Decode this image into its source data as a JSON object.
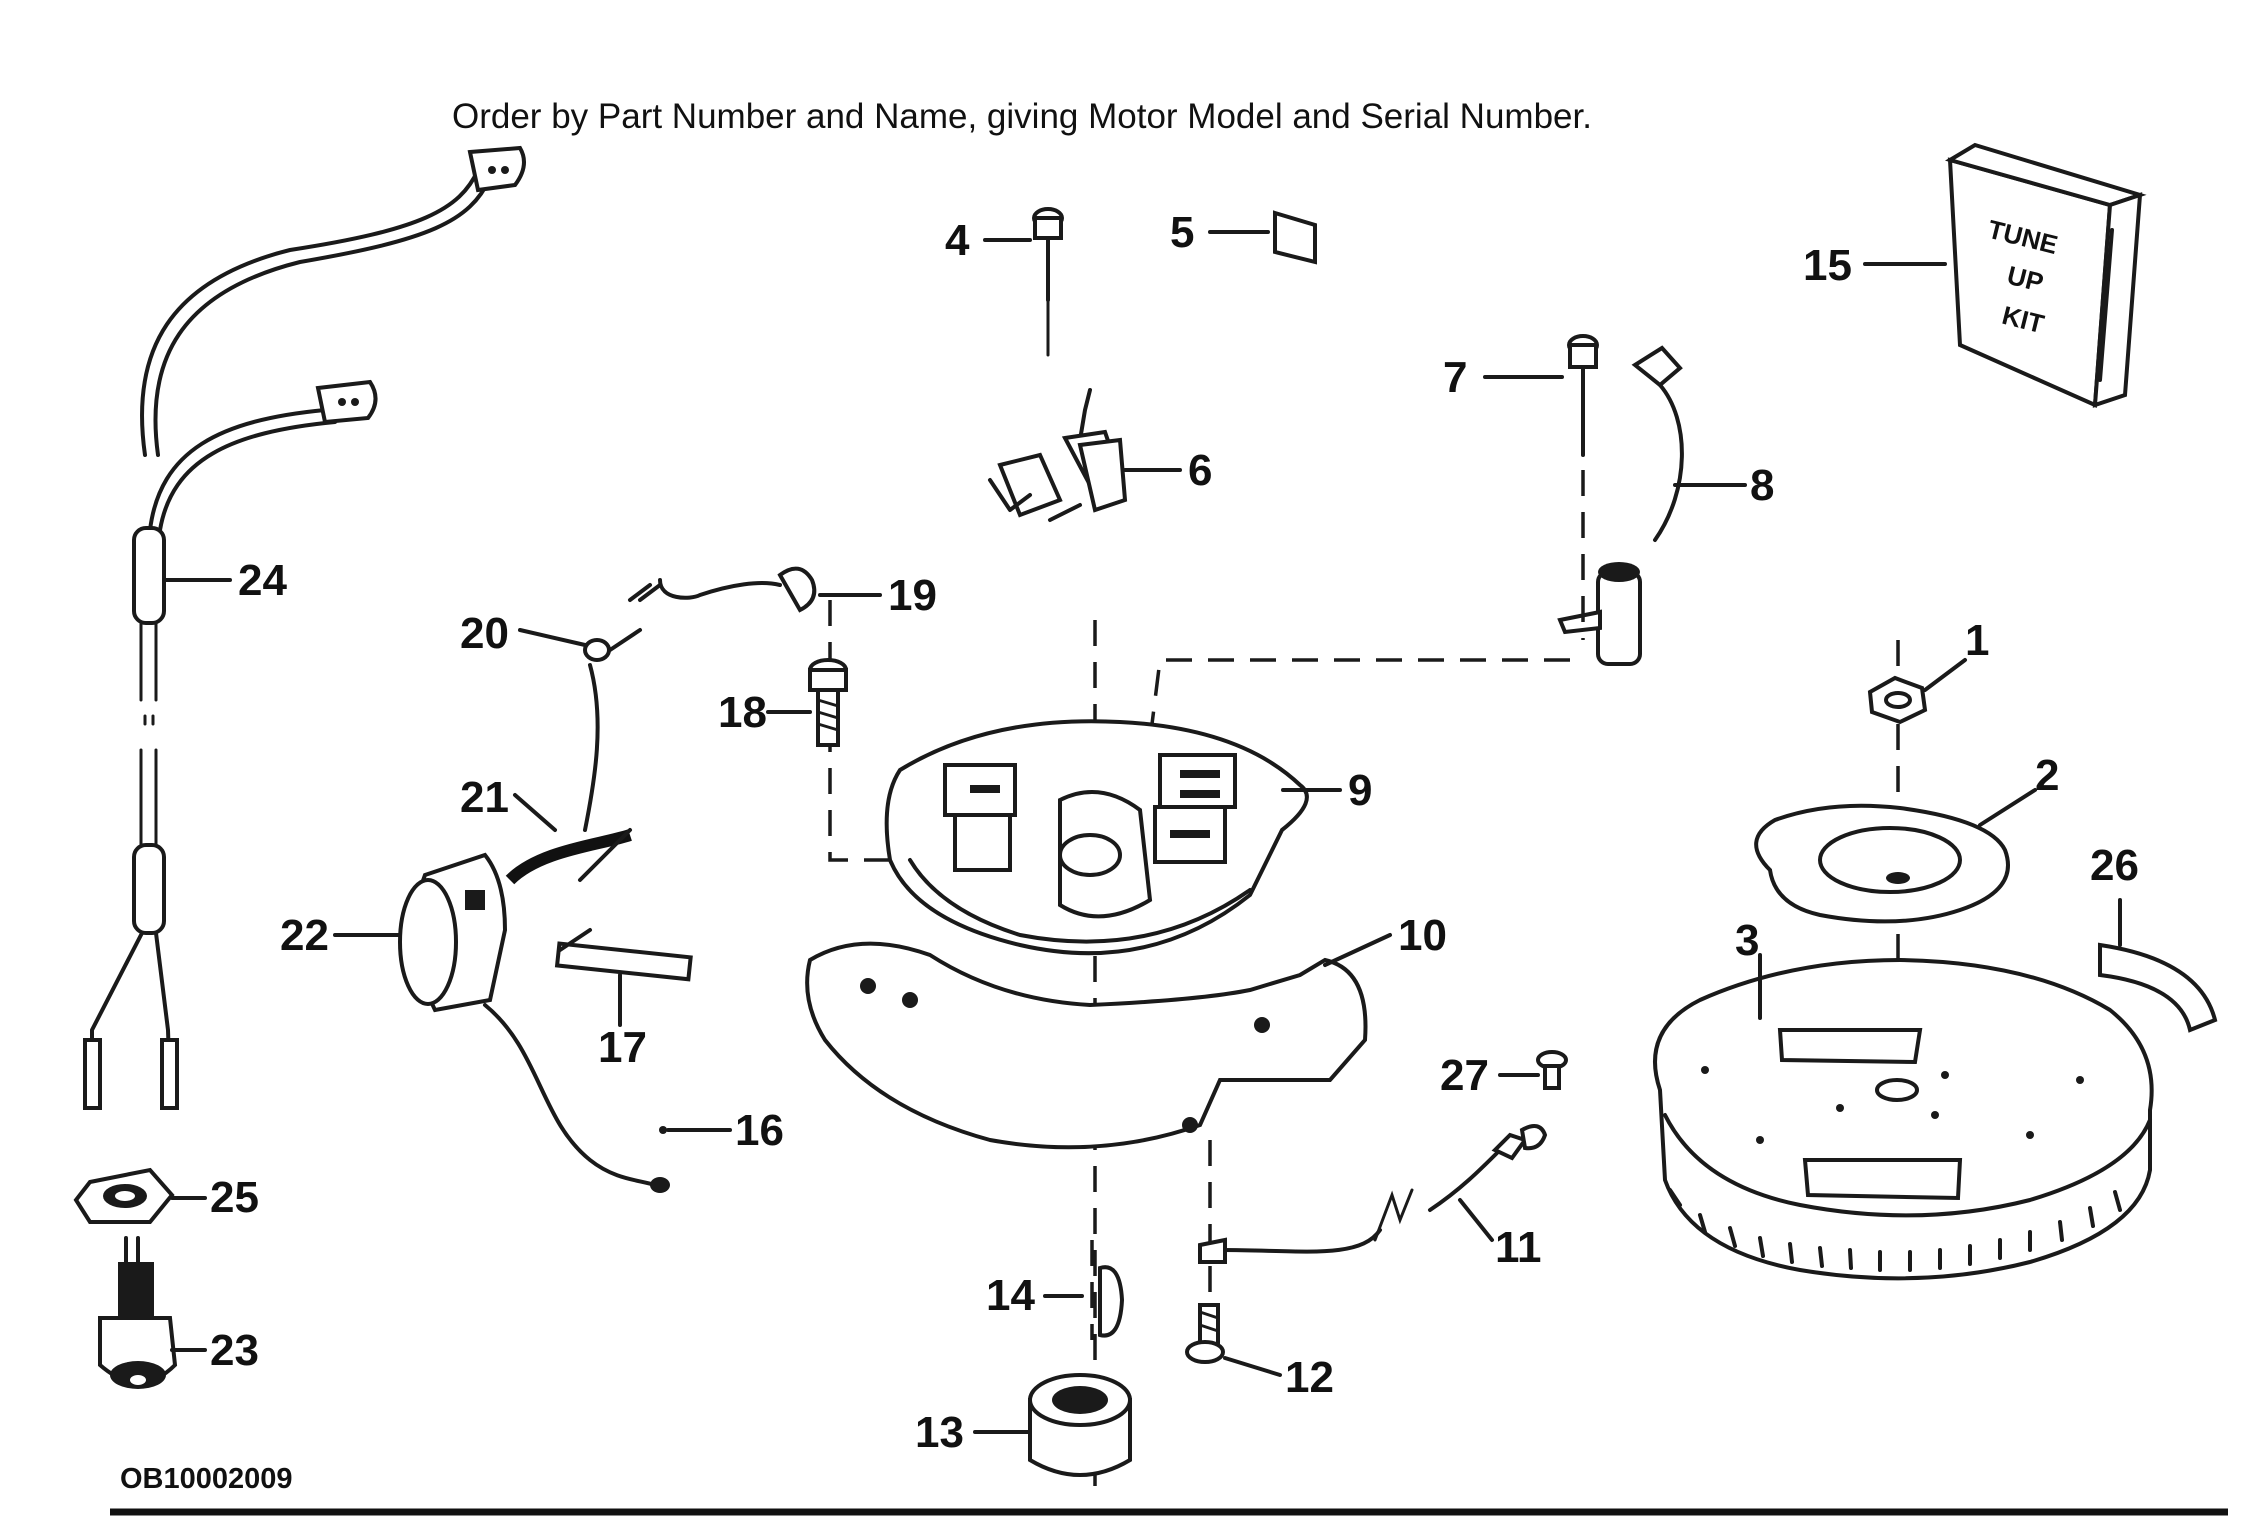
{
  "header_text": "Order by Part Number and Name, giving Motor Model and Serial Number.",
  "drawing_code": "OB10002009",
  "tune_up_kit_label": [
    "TUNE",
    "UP",
    "KIT"
  ],
  "callouts": [
    "1",
    "2",
    "3",
    "4",
    "5",
    "6",
    "7",
    "8",
    "9",
    "10",
    "11",
    "12",
    "13",
    "14",
    "15",
    "16",
    "17",
    "18",
    "19",
    "20",
    "21",
    "22",
    "23",
    "24",
    "25",
    "26",
    "27"
  ]
}
